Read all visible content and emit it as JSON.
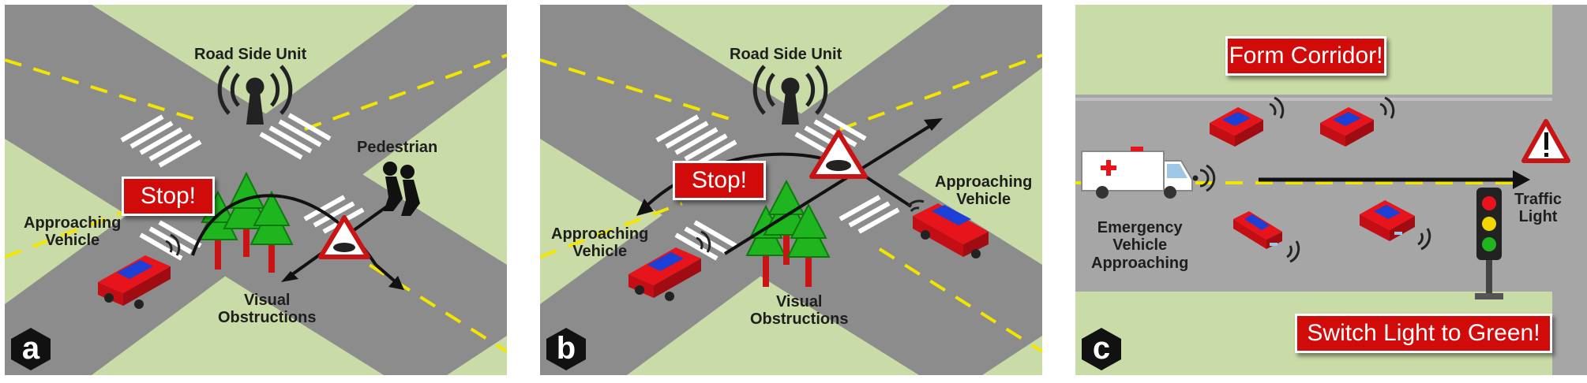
{
  "panels": {
    "a": {
      "badge": "a",
      "rsu": "Road Side Unit",
      "pedestrian": "Pedestrian",
      "stop": "Stop!",
      "approaching_line1": "Approaching",
      "approaching_line2": "Vehicle",
      "obstruction_line1": "Visual",
      "obstruction_line2": "Obstructions"
    },
    "b": {
      "badge": "b",
      "rsu": "Road Side Unit",
      "stop": "Stop!",
      "approaching_left_line1": "Approaching",
      "approaching_left_line2": "Vehicle",
      "approaching_right_line1": "Approaching",
      "approaching_right_line2": "Vehicle",
      "obstruction_line1": "Visual",
      "obstruction_line2": "Obstructions"
    },
    "c": {
      "badge": "c",
      "form_corridor": "Form Corridor!",
      "switch_light": "Switch Light to Green!",
      "emergency_line1": "Emergency",
      "emergency_line2": "Vehicle",
      "emergency_line3": "Approaching",
      "traffic_line1": "Traffic",
      "traffic_line2": "Light"
    }
  },
  "colors": {
    "grass": "#c9dba6",
    "road": "#8c8c8c",
    "lane_dash": "#f2e600",
    "crosswalk": "#ffffff",
    "alert_red": "#d10a0a",
    "car_red": "#e8141c",
    "car_blue": "#1c3fd6",
    "tree_green": "#1fb51f",
    "badge_black": "#111111"
  },
  "icons": [
    "antenna-icon",
    "warning-crash-icon",
    "pedestrian-icon",
    "tree-icon",
    "car-icon",
    "ambulance-icon",
    "traffic-light-icon",
    "warning-exclamation-icon",
    "signal-waves-icon"
  ]
}
